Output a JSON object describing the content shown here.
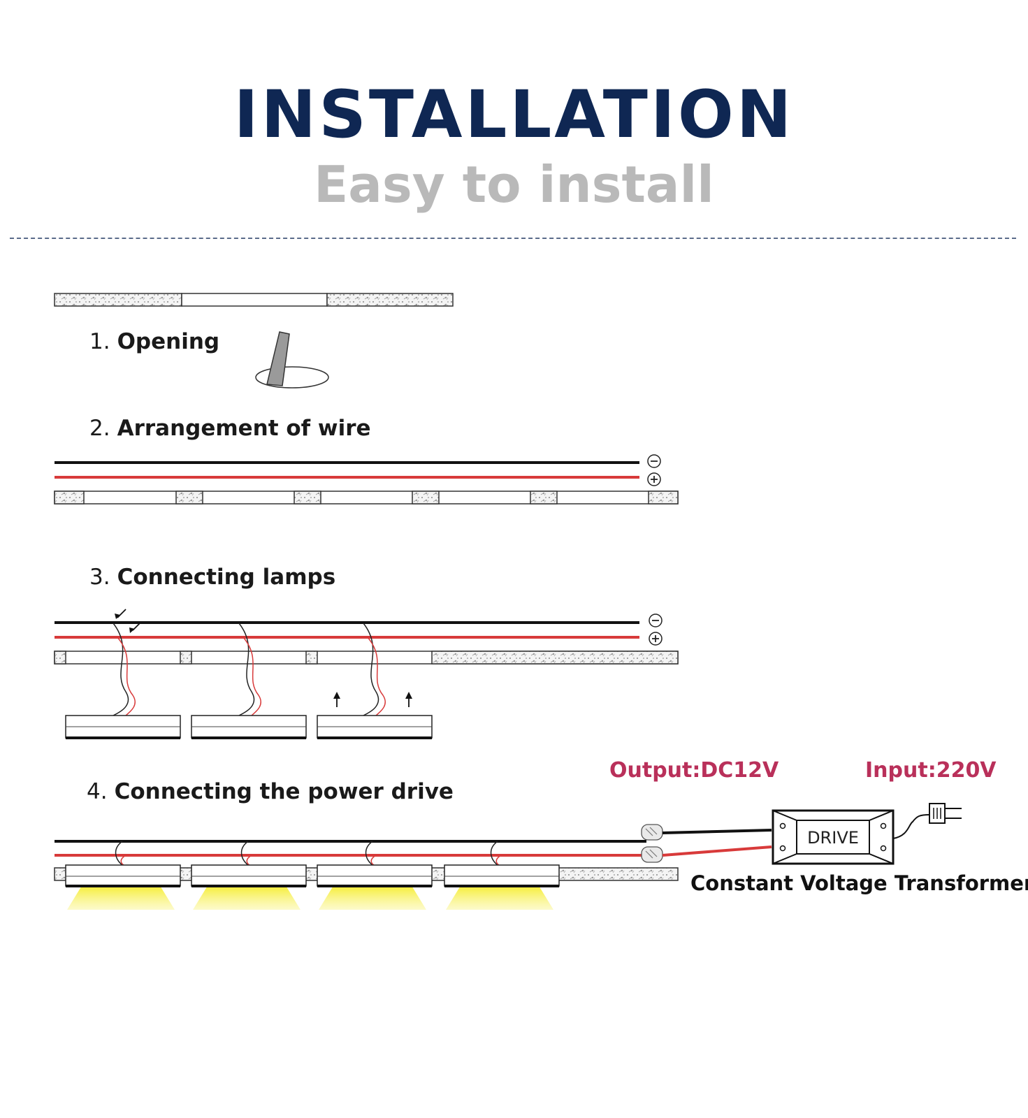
{
  "header": {
    "title": "INSTALLATION",
    "subtitle": "Easy to install"
  },
  "steps": [
    {
      "number": "1.",
      "label": "Opening"
    },
    {
      "number": "2.",
      "label": "Arrangement of wire"
    },
    {
      "number": "3.",
      "label": "Connecting lamps"
    },
    {
      "number": "4.",
      "label": "Connecting the power drive"
    }
  ],
  "power": {
    "output_label": "Output:DC12V",
    "input_label": "Input:220V",
    "drive_label": "DRIVE",
    "transformer_label": "Constant Voltage Transformer"
  },
  "colors": {
    "title": "#0f2753",
    "subtitle": "#b9b9b9",
    "wire_negative": "#111111",
    "wire_positive": "#d83a3a",
    "voltage_labels": "#b9305a",
    "light": "#f5ec2a"
  },
  "icons": {
    "negative": "minus-circle-icon",
    "positive": "plus-circle-icon",
    "plug": "plug-icon",
    "tool": "hole-saw-icon"
  }
}
